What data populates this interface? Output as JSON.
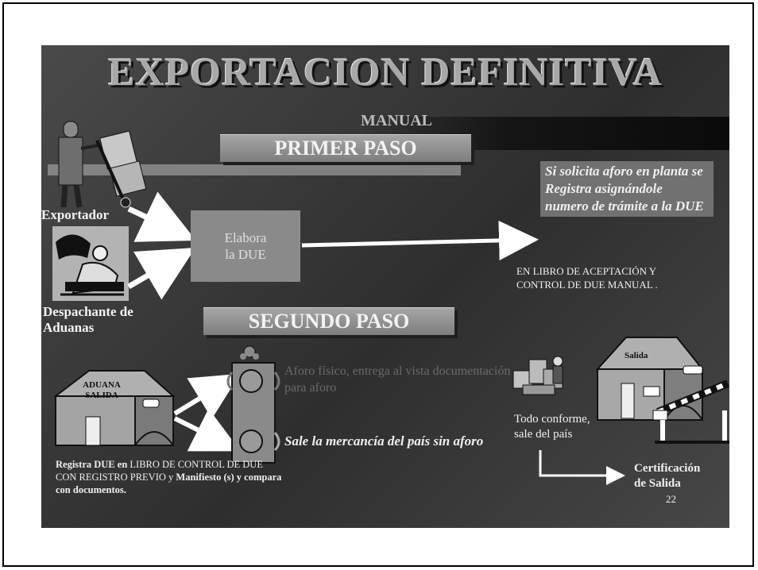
{
  "title": "EXPORTACION DEFINITIVA",
  "subtitle": "MANUAL",
  "steps": {
    "first": "PRIMER PASO",
    "second": "SEGUNDO PASO"
  },
  "actors": {
    "exportador": "Exportador",
    "despachante_line1": "Despachante de",
    "despachante_line2": "Aduanas"
  },
  "due_box": {
    "line1": "Elabora",
    "line2": "la DUE"
  },
  "registro_note": "Si solicita aforo en planta se Registra asignándole numero de trámite a la DUE",
  "libro_line1": "EN LIBRO DE ACEPTACIÓN Y",
  "libro_line2": "CONTROL DE DUE MANUAL .",
  "aduana_label": {
    "line1": "ADUANA",
    "line2": "SALIDA"
  },
  "aforo_note": "Aforo físico, entrega al  vista documentación para aforo",
  "sin_aforo_note": "Sale la mercancía del país sin aforo",
  "registra": {
    "bold1": "Registra DUE  en",
    "text1": " LIBRO DE CONTROL DE DUE CON REGISTRO PREVIO y ",
    "bold2": "Manifiesto (s)  y compara con documentos."
  },
  "conforme": {
    "line1": "Todo conforme,",
    "line2": "sale del país"
  },
  "salida_building": "Salida",
  "certificacion": {
    "line1": "Certificación",
    "line2": "de Salida"
  },
  "page_number": "22",
  "icons": [
    "exportador-hand-truck-icon",
    "despachante-at-desk-icon",
    "customs-building-icon",
    "traffic-light-icon",
    "cargo-workers-icon",
    "exit-building-icon",
    "barrier-gate-icon"
  ]
}
